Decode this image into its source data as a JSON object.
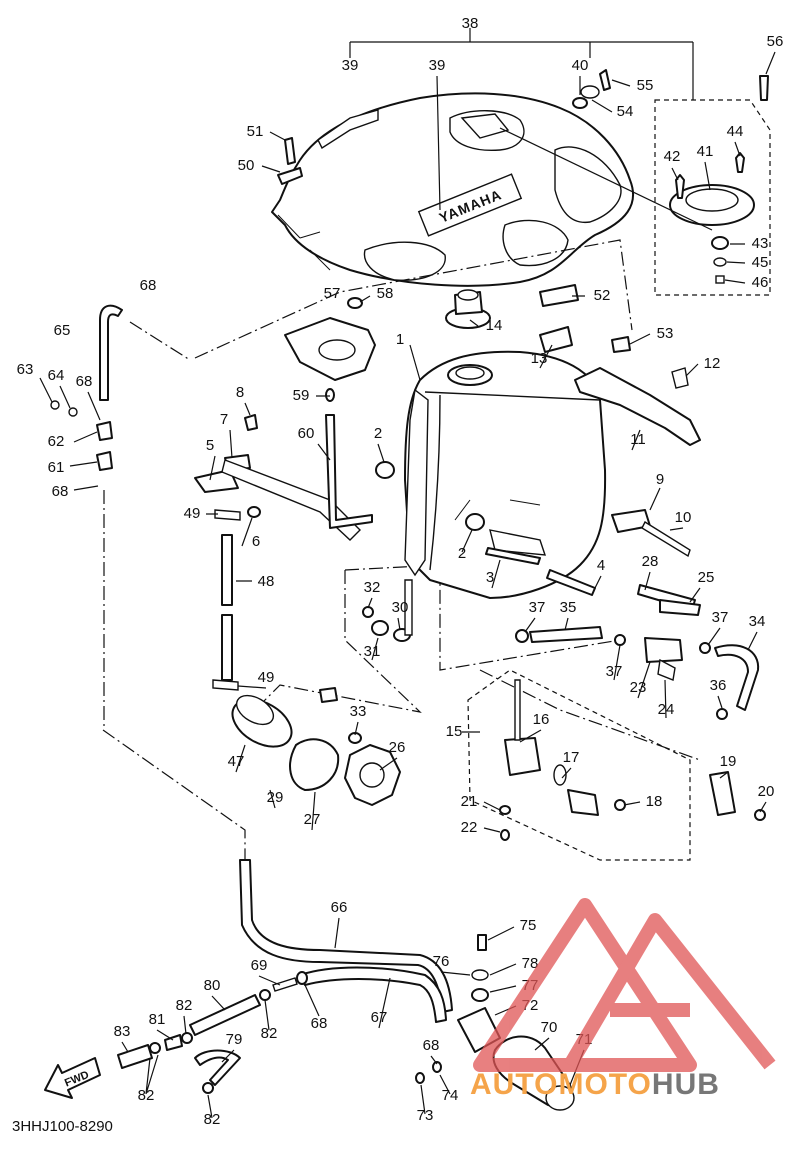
{
  "figure": {
    "catalog_code": "3HHJ100-8290",
    "brand_decal": "YAMAHA",
    "front_arrow": "FWD"
  },
  "watermark": {
    "text_colored": "AUTOMOTO",
    "text_gray": "HUB",
    "color_primary": "#f5a44a",
    "color_secondary": "#777777",
    "mark_color": "#e05555"
  },
  "callouts": [
    "38",
    "39",
    "39",
    "40",
    "55",
    "56",
    "51",
    "54",
    "44",
    "42",
    "41",
    "50",
    "43",
    "45",
    "46",
    "68",
    "57",
    "58",
    "52",
    "65",
    "14",
    "53",
    "63",
    "64",
    "68",
    "1",
    "13",
    "12",
    "59",
    "8",
    "62",
    "7",
    "60",
    "2",
    "11",
    "5",
    "61",
    "68",
    "9",
    "10",
    "49",
    "6",
    "2",
    "3",
    "4",
    "28",
    "25",
    "48",
    "32",
    "30",
    "37",
    "35",
    "37",
    "34",
    "31",
    "23",
    "37",
    "24",
    "36",
    "49",
    "33",
    "15",
    "16",
    "26",
    "47",
    "17",
    "19",
    "29",
    "27",
    "21",
    "18",
    "20",
    "22",
    "66",
    "75",
    "69",
    "76",
    "78",
    "80",
    "77",
    "72",
    "81",
    "82",
    "68",
    "67",
    "83",
    "82",
    "70",
    "71",
    "79",
    "68",
    "82",
    "74",
    "73",
    "82"
  ]
}
